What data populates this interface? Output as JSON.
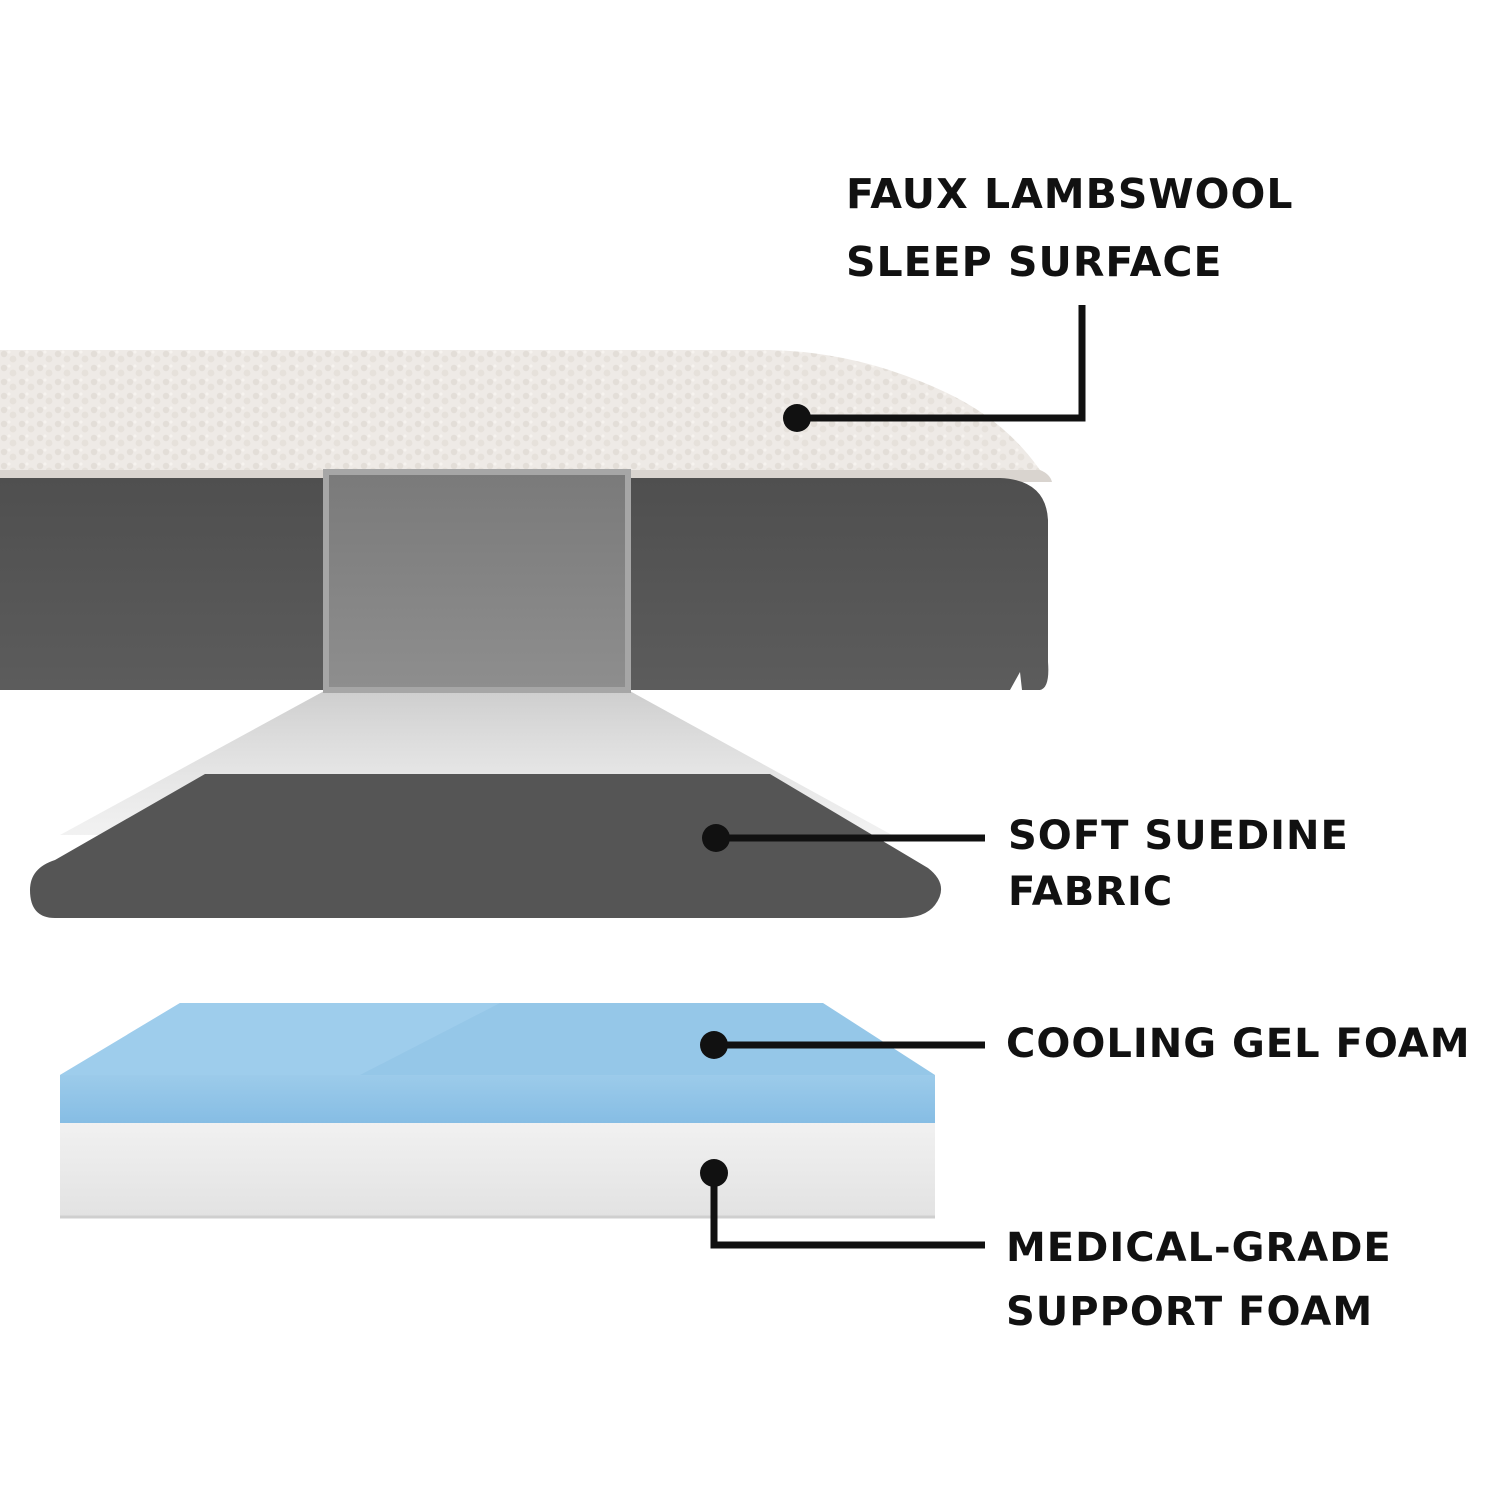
{
  "labels": {
    "lambswool": {
      "line1": "FAUX LAMBSWOOL",
      "line2": "SLEEP SURFACE"
    },
    "suedine": {
      "line1": "SOFT SUEDINE",
      "line2": "FABRIC"
    },
    "gel": {
      "line1": "COOLING GEL FOAM"
    },
    "support": {
      "line1": "MEDICAL-GRADE",
      "line2": "SUPPORT FOAM"
    }
  },
  "colors": {
    "sleep_surface": "#eeeae6",
    "suedine": "#555555",
    "gel_foam": "#8fc3e6",
    "support_foam": "#ececec",
    "callout": "#111111"
  }
}
